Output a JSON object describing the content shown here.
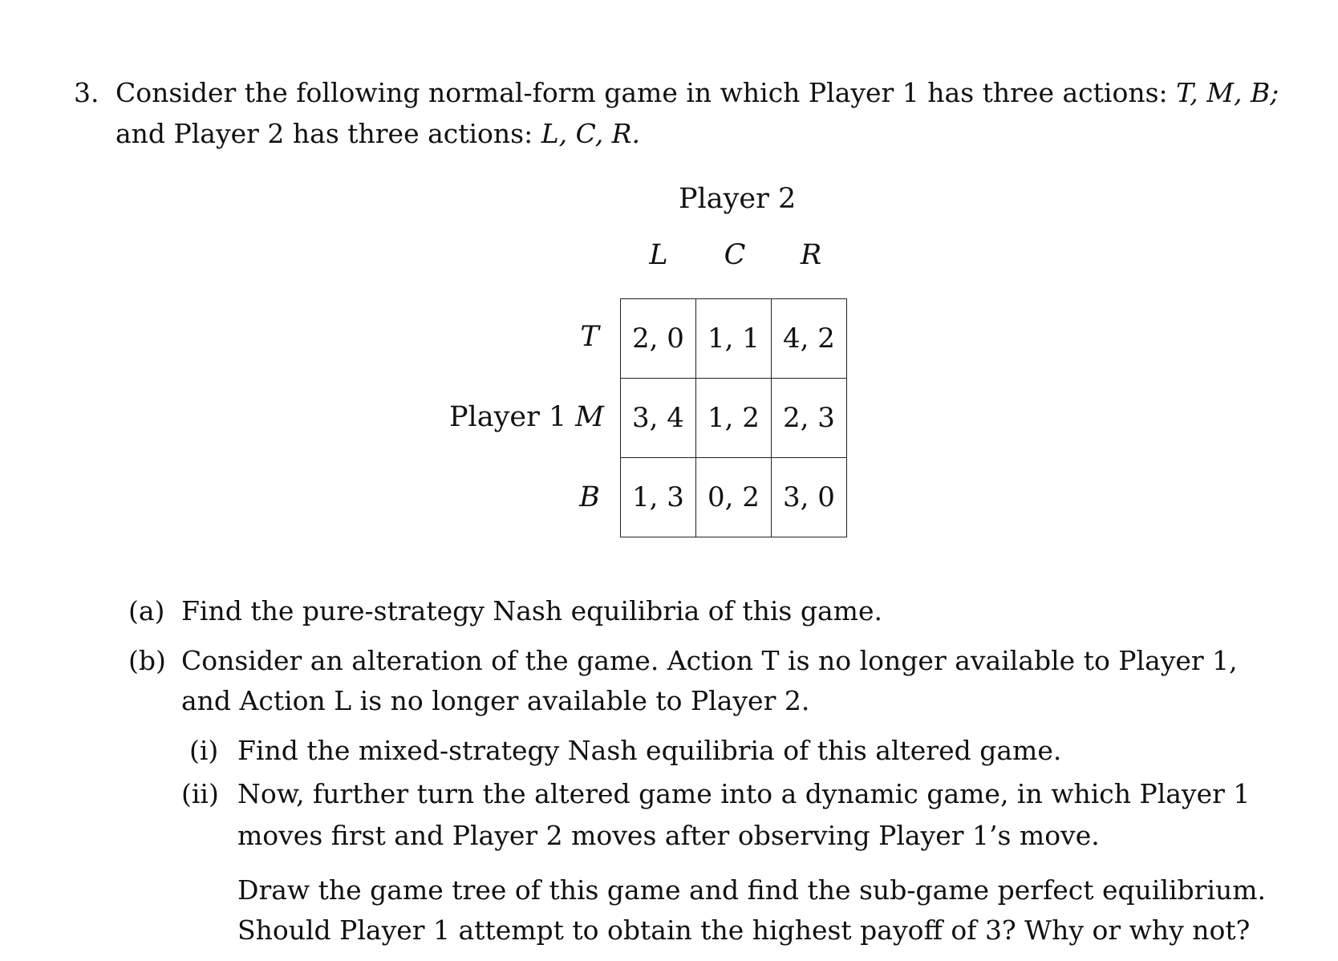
{
  "question": {
    "number": "3.",
    "intro_line1_text": "Consider the following normal-form game in which Player 1 has three actions:",
    "intro_line1_actions": "T, M, B;",
    "intro_line2_text": "and Player 2 has three actions:",
    "intro_line2_actions": "L, C, R."
  },
  "game": {
    "player2_label": "Player 2",
    "player1_label": "Player 1",
    "columns": [
      "L",
      "C",
      "R"
    ],
    "rows": [
      "T",
      "M",
      "B"
    ],
    "payoffs": [
      [
        "2, 0",
        "1, 1",
        "4, 2"
      ],
      [
        "3, 4",
        "1, 2",
        "2, 3"
      ],
      [
        "1, 3",
        "0, 2",
        "3, 0"
      ]
    ]
  },
  "parts": {
    "a": {
      "label": "(a)",
      "text": "Find the pure-strategy Nash equilibria of this game."
    },
    "b": {
      "label": "(b)",
      "line1": "Consider an alteration of the game. Action T is no longer available to Player 1,",
      "line2": "and Action L is no longer available to Player 2.",
      "i": {
        "label": "(i)",
        "text": "Find the mixed-strategy Nash equilibria of this altered game."
      },
      "ii": {
        "label": "(ii)",
        "line1": "Now, further turn the altered game into a dynamic game, in which Player 1",
        "line2": "moves first and Player 2 moves after observing Player 1’s move.",
        "line3": "Draw the game tree of this game and find the sub-game perfect equilibrium.",
        "line4": "Should Player 1 attempt to obtain the highest payoff of 3? Why or why not?"
      }
    }
  }
}
